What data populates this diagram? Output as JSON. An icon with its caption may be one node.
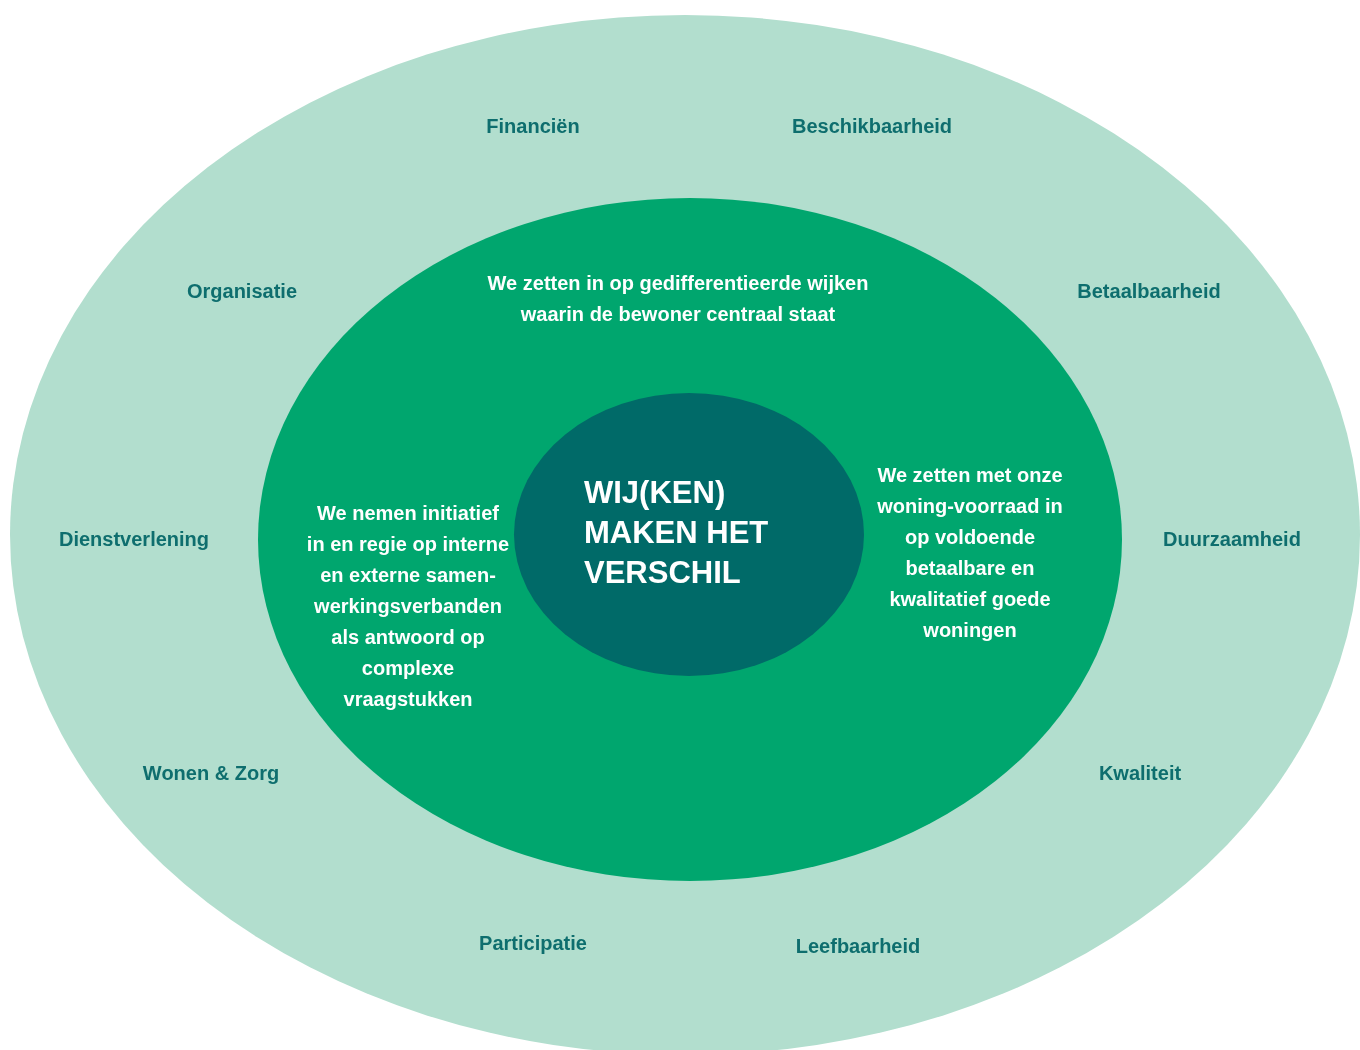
{
  "diagram": {
    "nodes": [
      {
        "text": [
          "Financiën",
          "Beschikbaarheid",
          "Organisatie",
          "Betaalbaarheid",
          "Dienstverlening",
          "Duurzaamheid",
          "Wonen & Zorg",
          "Kwaliteit",
          "Participatie",
          "Leefbaarheid"
        ]
      },
      {
        "text": [
          "We zetten in op gedifferentieerde wijken waarin de bewoner centraal staat",
          "We nemen initiatief in en regie op interne en externe samen-werkingsverbanden als antwoord op complexe vraagstukken",
          "We zetten met onze woning-voorraad in op voldoende betaalbare en kwalitatief goede woningen"
        ],
        "in": 0
      },
      {
        "text": [
          "WIJ(KEN) MAKEN HET VERSCHIL"
        ],
        "in": 1
      }
    ]
  }
}
